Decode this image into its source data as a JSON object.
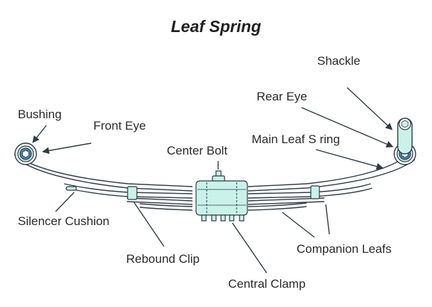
{
  "diagram": {
    "title": "Leaf Spring",
    "labels": {
      "shackle": "Shackle",
      "rear_eye": "Rear Eye",
      "bushing": "Bushing",
      "front_eye": "Front Eye",
      "main_leaf": "Main Leaf S ring",
      "center_bolt": "Center Bolt",
      "silencer_cushion": "Silencer Cushion",
      "rebound_clip": "Rebound Clip",
      "companion_leafs": "Companion Leafs",
      "central_clamp": "Central Clamp"
    },
    "colors": {
      "line": "#2f3a44",
      "part_fill": "#c9f2e8",
      "eye_fill": "#4a7fb0",
      "text": "#2a2a2a"
    }
  }
}
